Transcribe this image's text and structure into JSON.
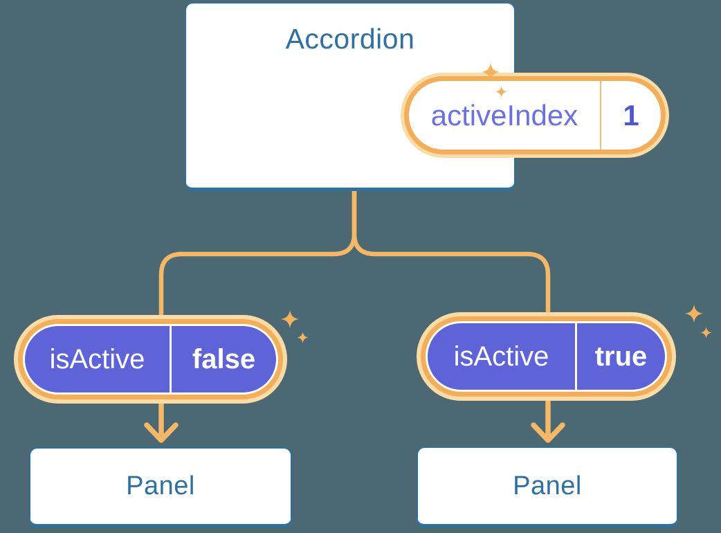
{
  "diagram": {
    "background_color": "#4C6872",
    "line_color": "#F5B869",
    "halo_color": "#FBDBA6",
    "orange_border_color": "#F2AE5B",
    "purple_color": "#5E63D7",
    "blue_color": "#30709F",
    "accordion": {
      "title": "Accordion",
      "state": {
        "label": "activeIndex",
        "value": "1"
      }
    },
    "branches": [
      {
        "prop_label": "isActive",
        "prop_value": "false",
        "panel_title": "Panel"
      },
      {
        "prop_label": "isActive",
        "prop_value": "true",
        "panel_title": "Panel"
      }
    ]
  }
}
